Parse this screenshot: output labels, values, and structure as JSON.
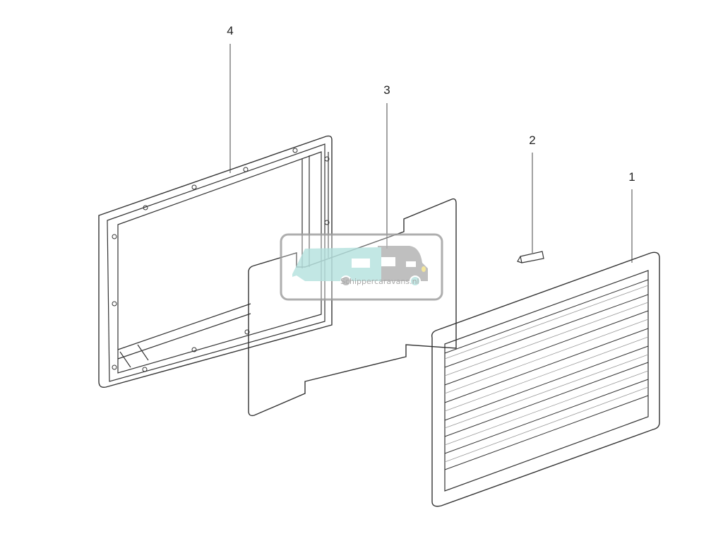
{
  "diagram": {
    "type": "exploded-parts-view",
    "callouts": [
      {
        "id": "1",
        "label": "1",
        "part": "ventilation-grille-cover"
      },
      {
        "id": "2",
        "label": "2",
        "part": "clip"
      },
      {
        "id": "3",
        "label": "3",
        "part": "winter-cover-panel"
      },
      {
        "id": "4",
        "label": "4",
        "part": "mounting-frame"
      }
    ]
  },
  "watermark": {
    "text": "Schippercaravans.nl",
    "colors": {
      "caravan": "#b8e3e0",
      "camper": "#b5b5b5",
      "frame": "#a0a0a0"
    }
  }
}
